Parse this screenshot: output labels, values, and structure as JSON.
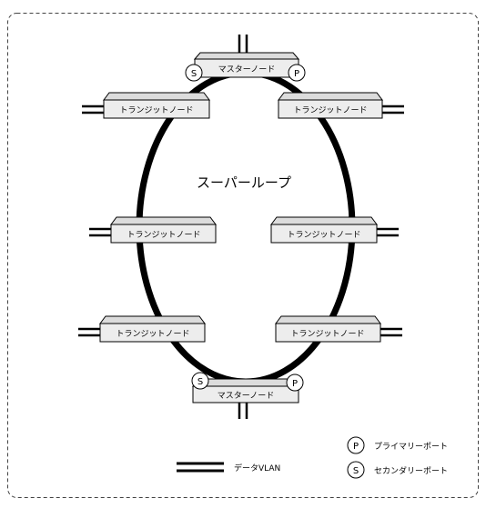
{
  "diagram": {
    "ring_label": "スーパーループ",
    "master_top": {
      "label": "マスターノード",
      "left_port": "S",
      "right_port": "P"
    },
    "master_bottom": {
      "label": "マスターノード",
      "left_port": "S",
      "right_port": "P"
    },
    "transit_nodes": [
      {
        "label": "トランジットノード"
      },
      {
        "label": "トランジットノード"
      },
      {
        "label": "トランジットノード"
      },
      {
        "label": "トランジットノード"
      },
      {
        "label": "トランジットノード"
      },
      {
        "label": "トランジットノード"
      }
    ]
  },
  "legend": {
    "data_vlan": "データVLAN",
    "primary_port_symbol": "P",
    "primary_port": "プライマリーポート",
    "secondary_port_symbol": "S",
    "secondary_port": "セカンダリーポート"
  }
}
